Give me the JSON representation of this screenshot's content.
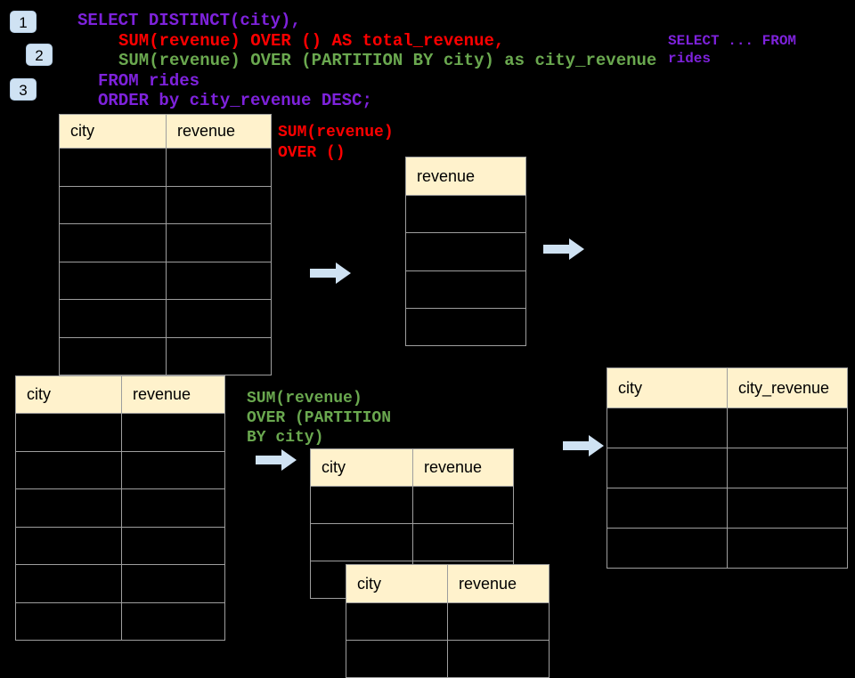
{
  "colors": {
    "background": "#000000",
    "purple": "#7e22dc",
    "red": "#fe0000",
    "green": "#6aa84f",
    "table_header_bg": "#fff2cc",
    "accent_blue": "#cfe2f3",
    "border_gray": "#9e9e9e"
  },
  "badges": [
    {
      "label": "1"
    },
    {
      "label": "2"
    },
    {
      "label": "3"
    }
  ],
  "sql": {
    "line1": "SELECT DISTINCT(city),",
    "line2": "SUM(revenue) OVER () AS total_revenue,",
    "line3": "SUM(revenue) OVER (PARTITION BY city) as city_revenue",
    "line4": "FROM rides",
    "line5": "ORDER by city_revenue DESC;"
  },
  "annotations": {
    "select_from": "SELECT ... FROM\nrides",
    "over_all": "SUM(revenue)\nOVER ()",
    "over_partition": "SUM(revenue)\nOVER (PARTITION\nBY city)"
  },
  "tables": {
    "rides_top": {
      "headers": [
        "city",
        "revenue"
      ],
      "empty_rows": 6
    },
    "total_revenue": {
      "headers": [
        "revenue"
      ],
      "empty_rows": 4
    },
    "rides_bottom": {
      "headers": [
        "city",
        "revenue"
      ],
      "empty_rows": 6
    },
    "partition_input": {
      "headers": [
        "city",
        "revenue"
      ],
      "empty_rows": 3
    },
    "partition_overlay": {
      "headers": [
        "city",
        "revenue"
      ],
      "empty_rows": 2
    },
    "city_revenue": {
      "headers": [
        "city",
        "city_revenue"
      ],
      "empty_rows": 4
    }
  }
}
